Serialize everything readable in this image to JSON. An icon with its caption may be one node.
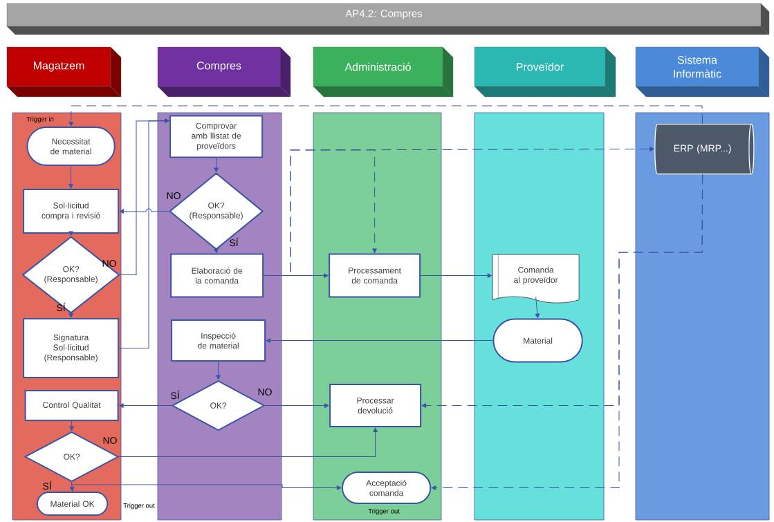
{
  "diagram": {
    "title": "AP4.2: Compres",
    "nodes": [
      {
        "text": [
          "Magatzem"
        ]
      },
      {
        "text": [
          "Compres"
        ]
      },
      {
        "text": [
          "Administració"
        ]
      },
      {
        "text": [
          "Proveïdor"
        ]
      },
      {
        "text": [
          "Sistema Informàtic"
        ]
      },
      {
        "text": [
          "Necessitat de material"
        ],
        "in": 0,
        "beside": [
          "Trigger in"
        ]
      },
      {
        "text": [
          "Sol·licitud compra i revisió"
        ],
        "in": 0
      },
      {
        "text": [
          "OK? (Responsable)"
        ],
        "in": 0
      },
      {
        "text": [
          "Signatura Sol·licitud (Responsable)"
        ],
        "in": 0
      },
      {
        "text": [
          "Control Qualitat"
        ],
        "in": 0
      },
      {
        "text": [
          "OK?"
        ],
        "in": 0
      },
      {
        "text": [
          "Material OK"
        ],
        "in": 0,
        "beside": [
          "Trigger out"
        ]
      },
      {
        "text": [
          "Comprovar amb llistat de proveïdors"
        ],
        "in": 1
      },
      {
        "text": [
          "OK? (Responsable)"
        ],
        "in": 1
      },
      {
        "text": [
          "Elaboració de la comanda"
        ],
        "in": 1
      },
      {
        "text": [
          "Inspecció de material"
        ],
        "in": 1
      },
      {
        "text": [
          "OK?"
        ],
        "in": 1
      },
      {
        "text": [
          "Processament de comanda"
        ],
        "in": 2
      },
      {
        "text": [
          "Processar devolució"
        ],
        "in": 2
      },
      {
        "text": [
          "Acceptació comanda"
        ],
        "in": 2,
        "beside": [
          "Trigger out"
        ]
      },
      {
        "text": [
          "Comanda al proveïdor"
        ],
        "in": 3
      },
      {
        "text": [
          "Material"
        ],
        "in": 3
      },
      {
        "text": [
          "ERP (MRP...)"
        ],
        "in": 4
      }
    ],
    "edges": [
      {
        "from": 22,
        "to": 5,
        "arrow": "to",
        "style": "dashed"
      },
      {
        "from": 5,
        "to": 6,
        "arrow": "to"
      },
      {
        "from": 6,
        "to": 7,
        "arrow": "to"
      },
      {
        "from": 7,
        "to": 8,
        "arrow": "to",
        "label": "SÍ"
      },
      {
        "from": 7,
        "to": 12,
        "arrow": "to",
        "label": "NO"
      },
      {
        "from": 8,
        "to": 12,
        "arrow": "to"
      },
      {
        "from": 12,
        "to": 13,
        "arrow": "to"
      },
      {
        "from": 13,
        "to": 6,
        "arrow": "to",
        "label": "NO"
      },
      {
        "from": 13,
        "to": 14,
        "arrow": "to",
        "label": "SÍ"
      },
      {
        "from": 14,
        "to": 17,
        "arrow": "to"
      },
      {
        "from": 14,
        "to": 17,
        "arrow": "to",
        "style": "dashed"
      },
      {
        "from": 14,
        "to": 22,
        "arrow": "to",
        "style": "dashed"
      },
      {
        "from": 17,
        "to": 20,
        "arrow": "to"
      },
      {
        "from": 20,
        "to": 21,
        "arrow": "to"
      },
      {
        "from": 21,
        "to": 15,
        "arrow": "to"
      },
      {
        "from": 15,
        "to": 16,
        "arrow": "to"
      },
      {
        "from": 16,
        "to": 9,
        "arrow": "to",
        "label": "SÍ"
      },
      {
        "from": 16,
        "to": 18,
        "arrow": "to",
        "label": "NO"
      },
      {
        "from": 9,
        "to": 10,
        "arrow": "to"
      },
      {
        "from": 10,
        "to": 18,
        "arrow": "to",
        "label": "NO"
      },
      {
        "from": 10,
        "to": 11,
        "arrow": "to",
        "label": "SÍ"
      },
      {
        "from": 10,
        "to": 19,
        "arrow": "to"
      },
      {
        "from": 22,
        "to": 18,
        "arrow": "to",
        "style": "dashed"
      },
      {
        "from": 22,
        "to": 19,
        "arrow": "to",
        "style": "dashed"
      }
    ]
  }
}
